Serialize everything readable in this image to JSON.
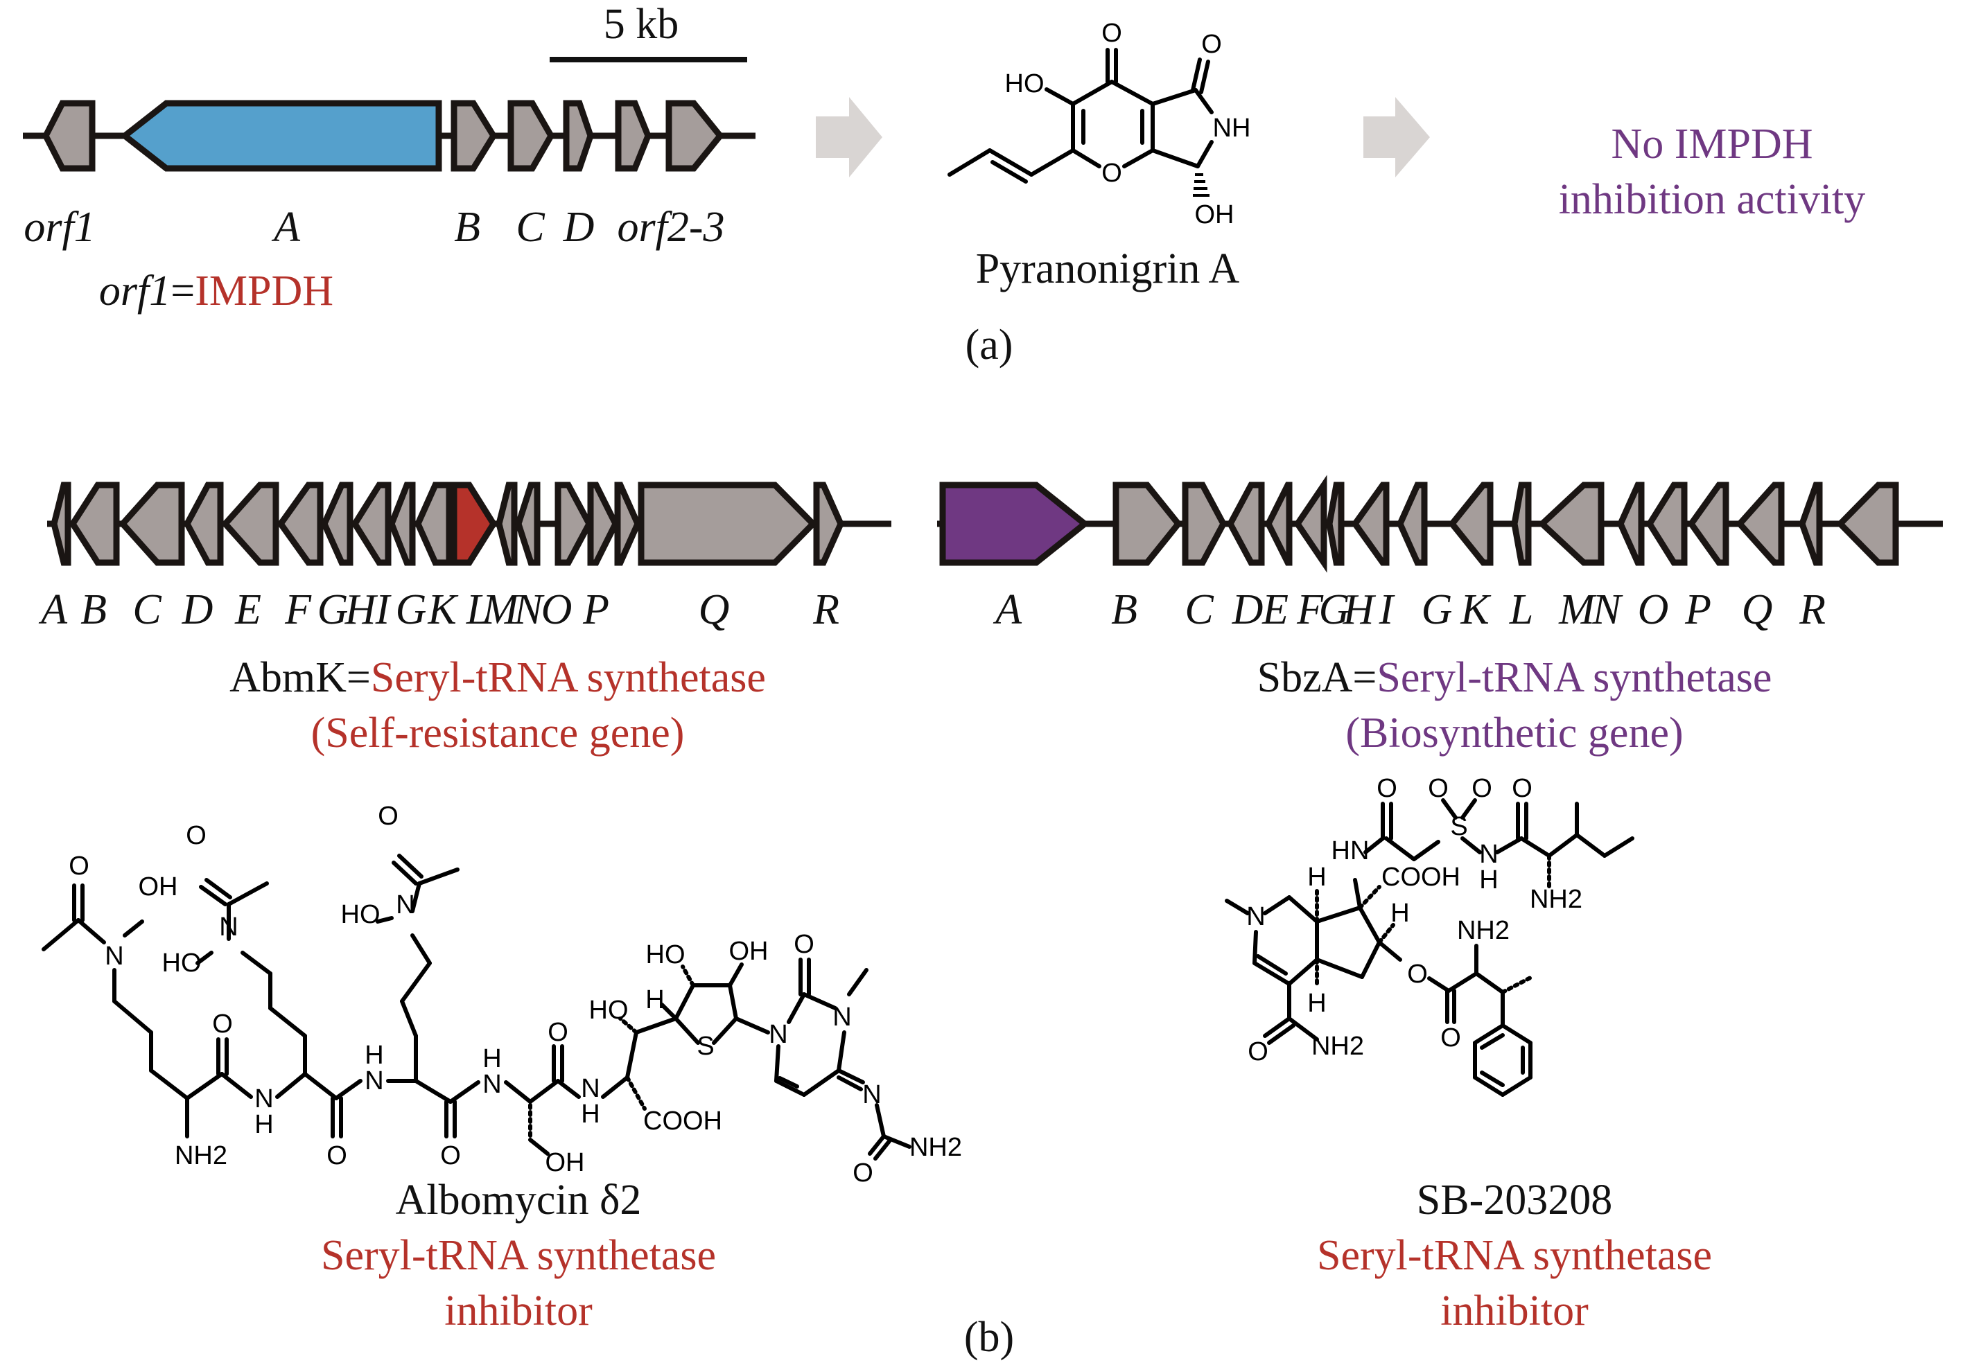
{
  "colors": {
    "gene_default": "#a59d9b",
    "gene_impdh": "#55a0cc",
    "gene_self_resistance": "#b5322a",
    "gene_biosynthetic": "#6f3882",
    "text_red": "#b5322a",
    "text_purple": "#6f3882",
    "arrow_gray": "#d9d5d3",
    "outline": "#1a1513"
  },
  "panel_a": {
    "scale_bar_label": "5 kb",
    "gene_labels": [
      "orf1",
      "A",
      "B",
      "C",
      "D",
      "orf2-3"
    ],
    "note_gene": "orf1",
    "note_equals": "=",
    "note_function": "IMPDH",
    "compound_name": "Pyranonigrin A",
    "atoms": {
      "ho": "HO",
      "o_top": "O",
      "o_lactam": "O",
      "nh": "NH",
      "o_ring": "O",
      "oh": "OH"
    },
    "result_line1": "No IMPDH",
    "result_line2": "inhibition activity",
    "panel_label": "(a)"
  },
  "panel_b": {
    "left_cluster": {
      "gene_labels": [
        "A",
        "B",
        "C",
        "D",
        "E",
        "F",
        "G",
        "H",
        "I",
        "G",
        "K",
        "L",
        "M",
        "N",
        "O",
        "P",
        "Q",
        "R"
      ],
      "highlight_gene": "K",
      "note_gene": "AbmK",
      "note_equals": "=",
      "note_function": "Seryl-tRNA synthetase",
      "note_role": "(Self-resistance gene)"
    },
    "right_cluster": {
      "gene_labels": [
        "A",
        "B",
        "C",
        "D",
        "E",
        "F",
        "G",
        "H",
        "I",
        "G",
        "K",
        "L",
        "M",
        "N",
        "O",
        "P",
        "Q",
        "R"
      ],
      "highlight_gene": "A",
      "note_gene": "SbzA",
      "note_equals": "=",
      "note_function": "Seryl-tRNA synthetase",
      "note_role": "(Biosynthetic gene)"
    },
    "left_compound": {
      "name": "Albomycin δ2",
      "activity_line1": "Seryl-tRNA synthetase",
      "activity_line2": "inhibitor",
      "atoms": [
        "O",
        "OH",
        "N",
        "O",
        "N",
        "HO",
        "O",
        "N",
        "HO",
        "O",
        "N",
        "H",
        "NH2",
        "O",
        "H",
        "N",
        "O",
        "H",
        "N",
        "O",
        "OH",
        "HO",
        "H",
        "HO",
        "OH",
        "S",
        "O",
        "N",
        "N",
        "N",
        "O",
        "NH2",
        "COOH",
        "H",
        "N"
      ]
    },
    "right_compound": {
      "name": "SB-203208",
      "activity_line1": "Seryl-tRNA synthetase",
      "activity_line2": "inhibitor",
      "atoms": [
        "O",
        "O",
        "O",
        "O",
        "S",
        "HN",
        "N",
        "H",
        "H",
        "COOH",
        "N",
        "H",
        "NH2",
        "NH2",
        "O",
        "H",
        "O",
        "O",
        "NH2"
      ]
    },
    "panel_label": "(b)"
  }
}
